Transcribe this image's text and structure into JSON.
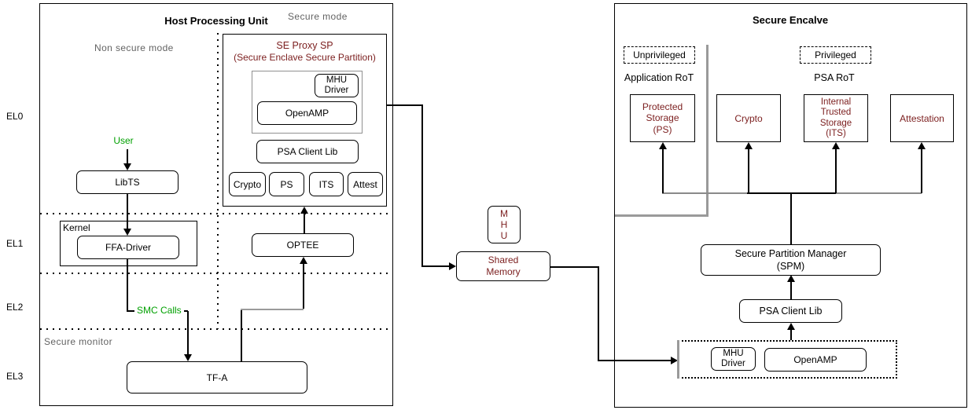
{
  "host": {
    "title": "Host Processing Unit",
    "secure_mode": "Secure mode",
    "non_secure_mode": "Non secure mode",
    "secure_monitor": "Secure monitor",
    "el0": "EL0",
    "el1": "EL1",
    "el2": "EL2",
    "el3": "EL3",
    "user": "User",
    "libts": "LibTS",
    "kernel": "Kernel",
    "ffa_driver": "FFA-Driver",
    "smc_calls": "SMC Calls",
    "optee": "OPTEE",
    "tfa": "TF-A",
    "se_proxy_title": "SE Proxy SP",
    "se_proxy_subtitle": "(Secure Enclave Secure Partition)",
    "mhu_driver": "MHU\nDriver",
    "openamp": "OpenAMP",
    "psa_client_lib": "PSA Client Lib",
    "services": [
      "Crypto",
      "PS",
      "ITS",
      "Attest"
    ]
  },
  "interconnect": {
    "mhu": "M\nH\nU",
    "shared_memory": "Shared\nMemory"
  },
  "enclave": {
    "title": "Secure Encalve",
    "unprivileged": "Unprivileged",
    "privileged": "Privileged",
    "application_rot": "Application RoT",
    "psa_rot": "PSA RoT",
    "protected_storage": "Protected\nStorage\n(PS)",
    "crypto": "Crypto",
    "its": "Internal\nTrusted\nStorage\n(ITS)",
    "attestation": "Attestation",
    "spm": "Secure Partition Manager\n(SPM)",
    "psa_client_lib": "PSA Client Lib",
    "mhu_driver": "MHU\nDriver",
    "openamp": "OpenAMP"
  },
  "colors": {
    "dark_red_text": "#7B1E1E",
    "green_text": "#00A000",
    "gray_text": "#636363",
    "gray_line": "#9A9A9A"
  }
}
